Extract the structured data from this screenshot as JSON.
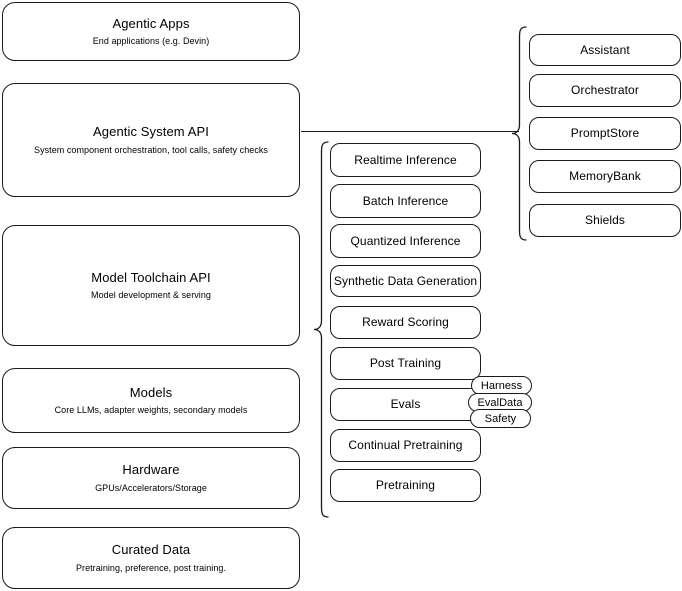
{
  "diagram": {
    "title": "AI stack layered architecture diagram",
    "stroke_color": "#1a1a1a",
    "background_color": "#ffffff"
  },
  "left_stack": {
    "name": "platform-layers",
    "layers": [
      {
        "title": "Agentic Apps",
        "subtitle": "End applications (e.g. Devin)"
      },
      {
        "title": "Agentic System API",
        "subtitle": "System component orchestration, tool calls, safety checks"
      },
      {
        "title": "Model Toolchain API",
        "subtitle": "Model development & serving"
      },
      {
        "title": "Models",
        "subtitle": "Core LLMs, adapter weights, secondary models"
      },
      {
        "title": "Hardware",
        "subtitle": "GPUs/Accelerators/Storage"
      },
      {
        "title": "Curated Data",
        "subtitle": "Pretraining, preference, post training."
      }
    ]
  },
  "toolchain_column": {
    "name": "model-toolchain-capabilities",
    "items": [
      {
        "label": "Realtime Inference"
      },
      {
        "label": "Batch Inference"
      },
      {
        "label": "Quantized Inference"
      },
      {
        "label": "Synthetic Data Generation"
      },
      {
        "label": "Reward Scoring"
      },
      {
        "label": "Post Training"
      },
      {
        "label": "Evals"
      },
      {
        "label": "Continual Pretraining"
      },
      {
        "label": "Pretraining"
      }
    ]
  },
  "evals_subitems": {
    "name": "evals-components",
    "items": [
      {
        "label": "Harness"
      },
      {
        "label": "EvalData"
      },
      {
        "label": "Safety"
      }
    ]
  },
  "system_column": {
    "name": "agentic-system-components",
    "items": [
      {
        "label": "Assistant"
      },
      {
        "label": "Orchestrator"
      },
      {
        "label": "PromptStore"
      },
      {
        "label": "MemoryBank"
      },
      {
        "label": "Shields"
      }
    ]
  }
}
